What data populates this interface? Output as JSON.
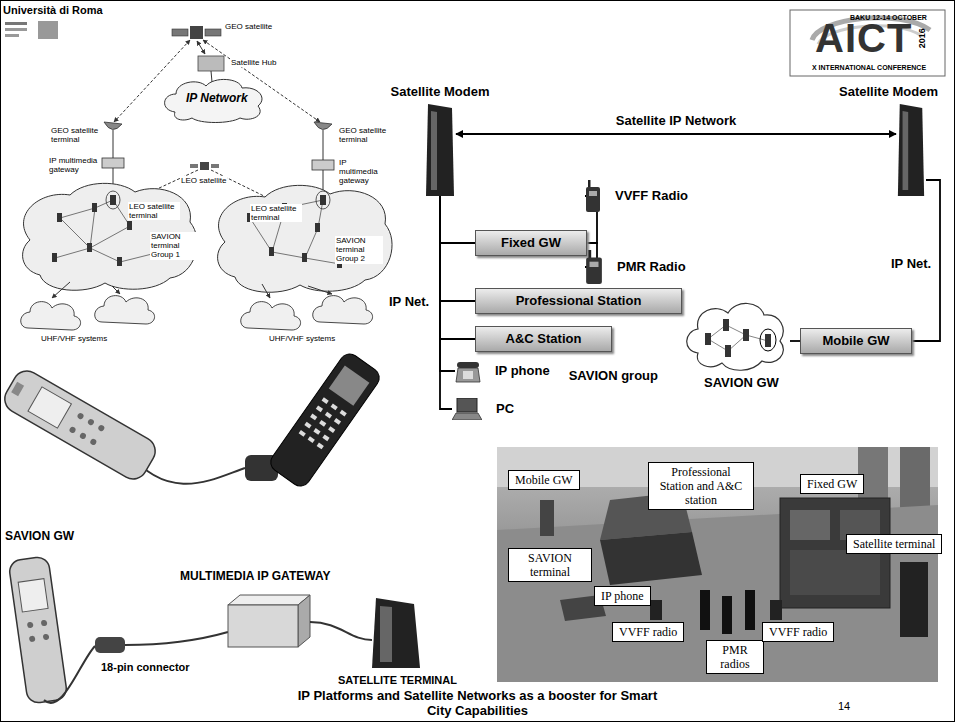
{
  "diagram": {
    "caption": "IP Platforms and Satellite Networks as a booster for Smart City Capabilities",
    "nodes": [
      {
        "text": [
          "Satellite Modem"
        ]
      },
      {
        "text": [
          "Satellite Modem"
        ]
      },
      {
        "text": [
          "Fixed GW"
        ]
      },
      {
        "text": [
          "VVFF Radio"
        ]
      },
      {
        "text": [
          "PMR Radio"
        ]
      },
      {
        "text": [
          "Professional Station"
        ]
      },
      {
        "text": [
          "A&C Station"
        ]
      },
      {
        "text": [
          "IP phone"
        ]
      },
      {
        "text": [
          "PC"
        ]
      },
      {
        "text": [
          "SAVION group",
          "SAVION GW"
        ]
      },
      {
        "text": [
          "Mobile GW"
        ]
      },
      {
        "text": [
          "Mobile GW"
        ]
      },
      {
        "text": [
          "Professional Station and A&C station"
        ]
      },
      {
        "text": [
          "Fixed GW"
        ]
      },
      {
        "text": [
          "Satellite terminal"
        ]
      },
      {
        "text": [
          "SAVION terminal"
        ]
      },
      {
        "text": [
          "IP phone"
        ]
      },
      {
        "text": [
          "VVFF radio"
        ]
      },
      {
        "text": [
          "PMR radios"
        ]
      },
      {
        "text": [
          "VVFF radio"
        ]
      }
    ],
    "edges": [
      {
        "from": 0,
        "to": 1,
        "arrow": "both",
        "label": "Satellite IP Network"
      },
      {
        "from": 0,
        "to": 2,
        "arrow": "none"
      },
      {
        "from": 0,
        "to": 5,
        "arrow": "none"
      },
      {
        "from": 0,
        "to": 6,
        "arrow": "none"
      },
      {
        "from": 0,
        "to": 7,
        "arrow": "none"
      },
      {
        "from": 0,
        "to": 8,
        "arrow": "none"
      },
      {
        "from": 2,
        "to": 3,
        "arrow": "none"
      },
      {
        "from": 2,
        "to": 4,
        "arrow": "none"
      },
      {
        "from": 9,
        "to": 10,
        "arrow": "none"
      },
      {
        "from": 10,
        "to": 1,
        "arrow": "none",
        "label": "IP Net."
      }
    ],
    "labels": [
      "Università di Roma",
      "BAKU 12-14 OCTOBER",
      "AICT",
      "2016",
      "X INTERNATIONAL CONFERENCE",
      "GEO satellite",
      "Satellite Hub",
      "IP Network",
      "GEO satellite terminal",
      "GEO satellite terminal",
      "IP multimedia gateway",
      "IP multimedia gateway",
      "LEO satellite",
      "LEO satellite terminal",
      "LEO satellite terminal",
      "SAVION terminal Group 1",
      "SAVION terminal Group 2",
      "UHF/VHF systems",
      "UHF/VHF systems",
      "IP Net.",
      "SAVION GW",
      "MULTIMEDIA IP GATEWAY",
      "18-pin connector",
      "SATELLITE TERMINAL",
      "14"
    ]
  }
}
